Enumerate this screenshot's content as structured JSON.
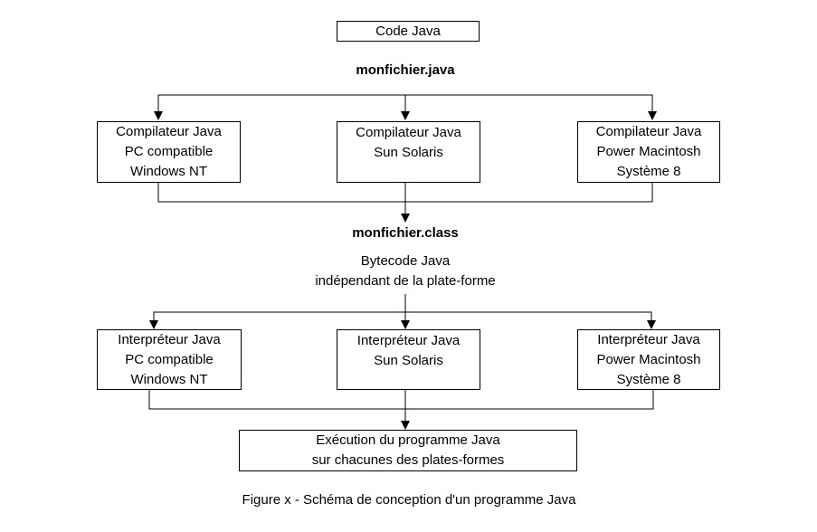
{
  "top_box": {
    "text": "Code Java"
  },
  "source_file": "monfichier.java",
  "compilers": [
    {
      "lines": [
        "Compilateur Java",
        "PC compatible",
        "Windows NT"
      ]
    },
    {
      "lines": [
        "Compilateur Java",
        "Sun Solaris"
      ]
    },
    {
      "lines": [
        "Compilateur Java",
        "Power Macintosh",
        "Système 8"
      ]
    }
  ],
  "class_file": "monfichier.class",
  "bytecode": {
    "line1": "Bytecode Java",
    "line2": "indépendant de la plate-forme"
  },
  "interpreters": [
    {
      "lines": [
        "Interpréteur Java",
        "PC compatible",
        "Windows NT"
      ]
    },
    {
      "lines": [
        "Interpréteur Java",
        "Sun Solaris"
      ]
    },
    {
      "lines": [
        "Interpréteur Java",
        "Power Macintosh",
        "Système 8"
      ]
    }
  ],
  "execution_box": {
    "line1": "Exécution du programme Java",
    "line2": "sur chacunes des plates-formes"
  },
  "caption": "Figure x - Schéma de conception d'un programme Java"
}
